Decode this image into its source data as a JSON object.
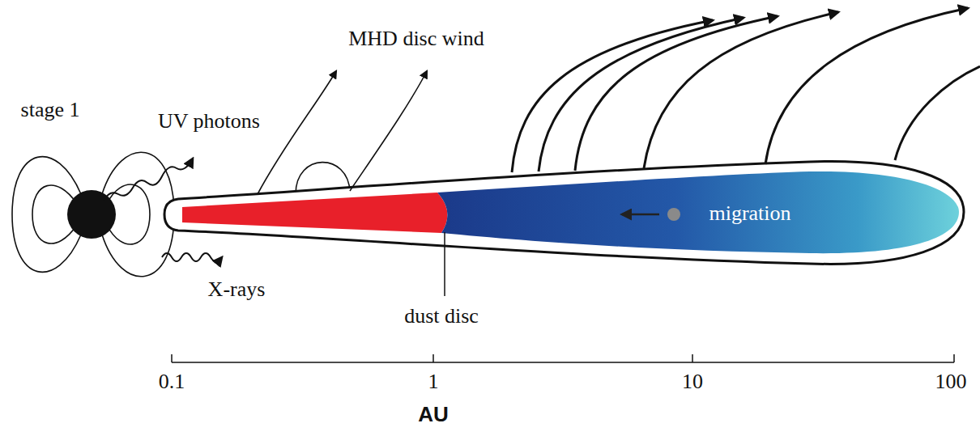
{
  "diagram": {
    "labels": [
      "stage 1",
      "UV photons",
      "X-rays",
      "MHD disc wind",
      "dust disc",
      "migration",
      "0.1",
      "1",
      "10",
      "100",
      "AU"
    ]
  }
}
